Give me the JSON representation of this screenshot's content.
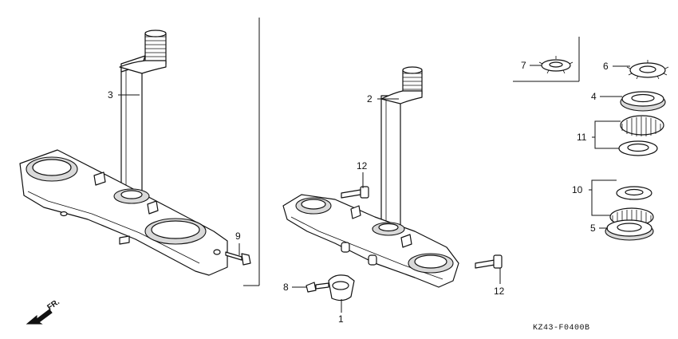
{
  "diagram": {
    "callouts": {
      "c1": "1",
      "c2": "2",
      "c3": "3",
      "c4": "4",
      "c5": "5",
      "c6": "6",
      "c7": "7",
      "c8": "8",
      "c9": "9",
      "c10": "10",
      "c11": "11",
      "c12a": "12",
      "c12b": "12"
    },
    "direction_label": "FR.",
    "drawing_code": "KZ43-F0400B"
  }
}
